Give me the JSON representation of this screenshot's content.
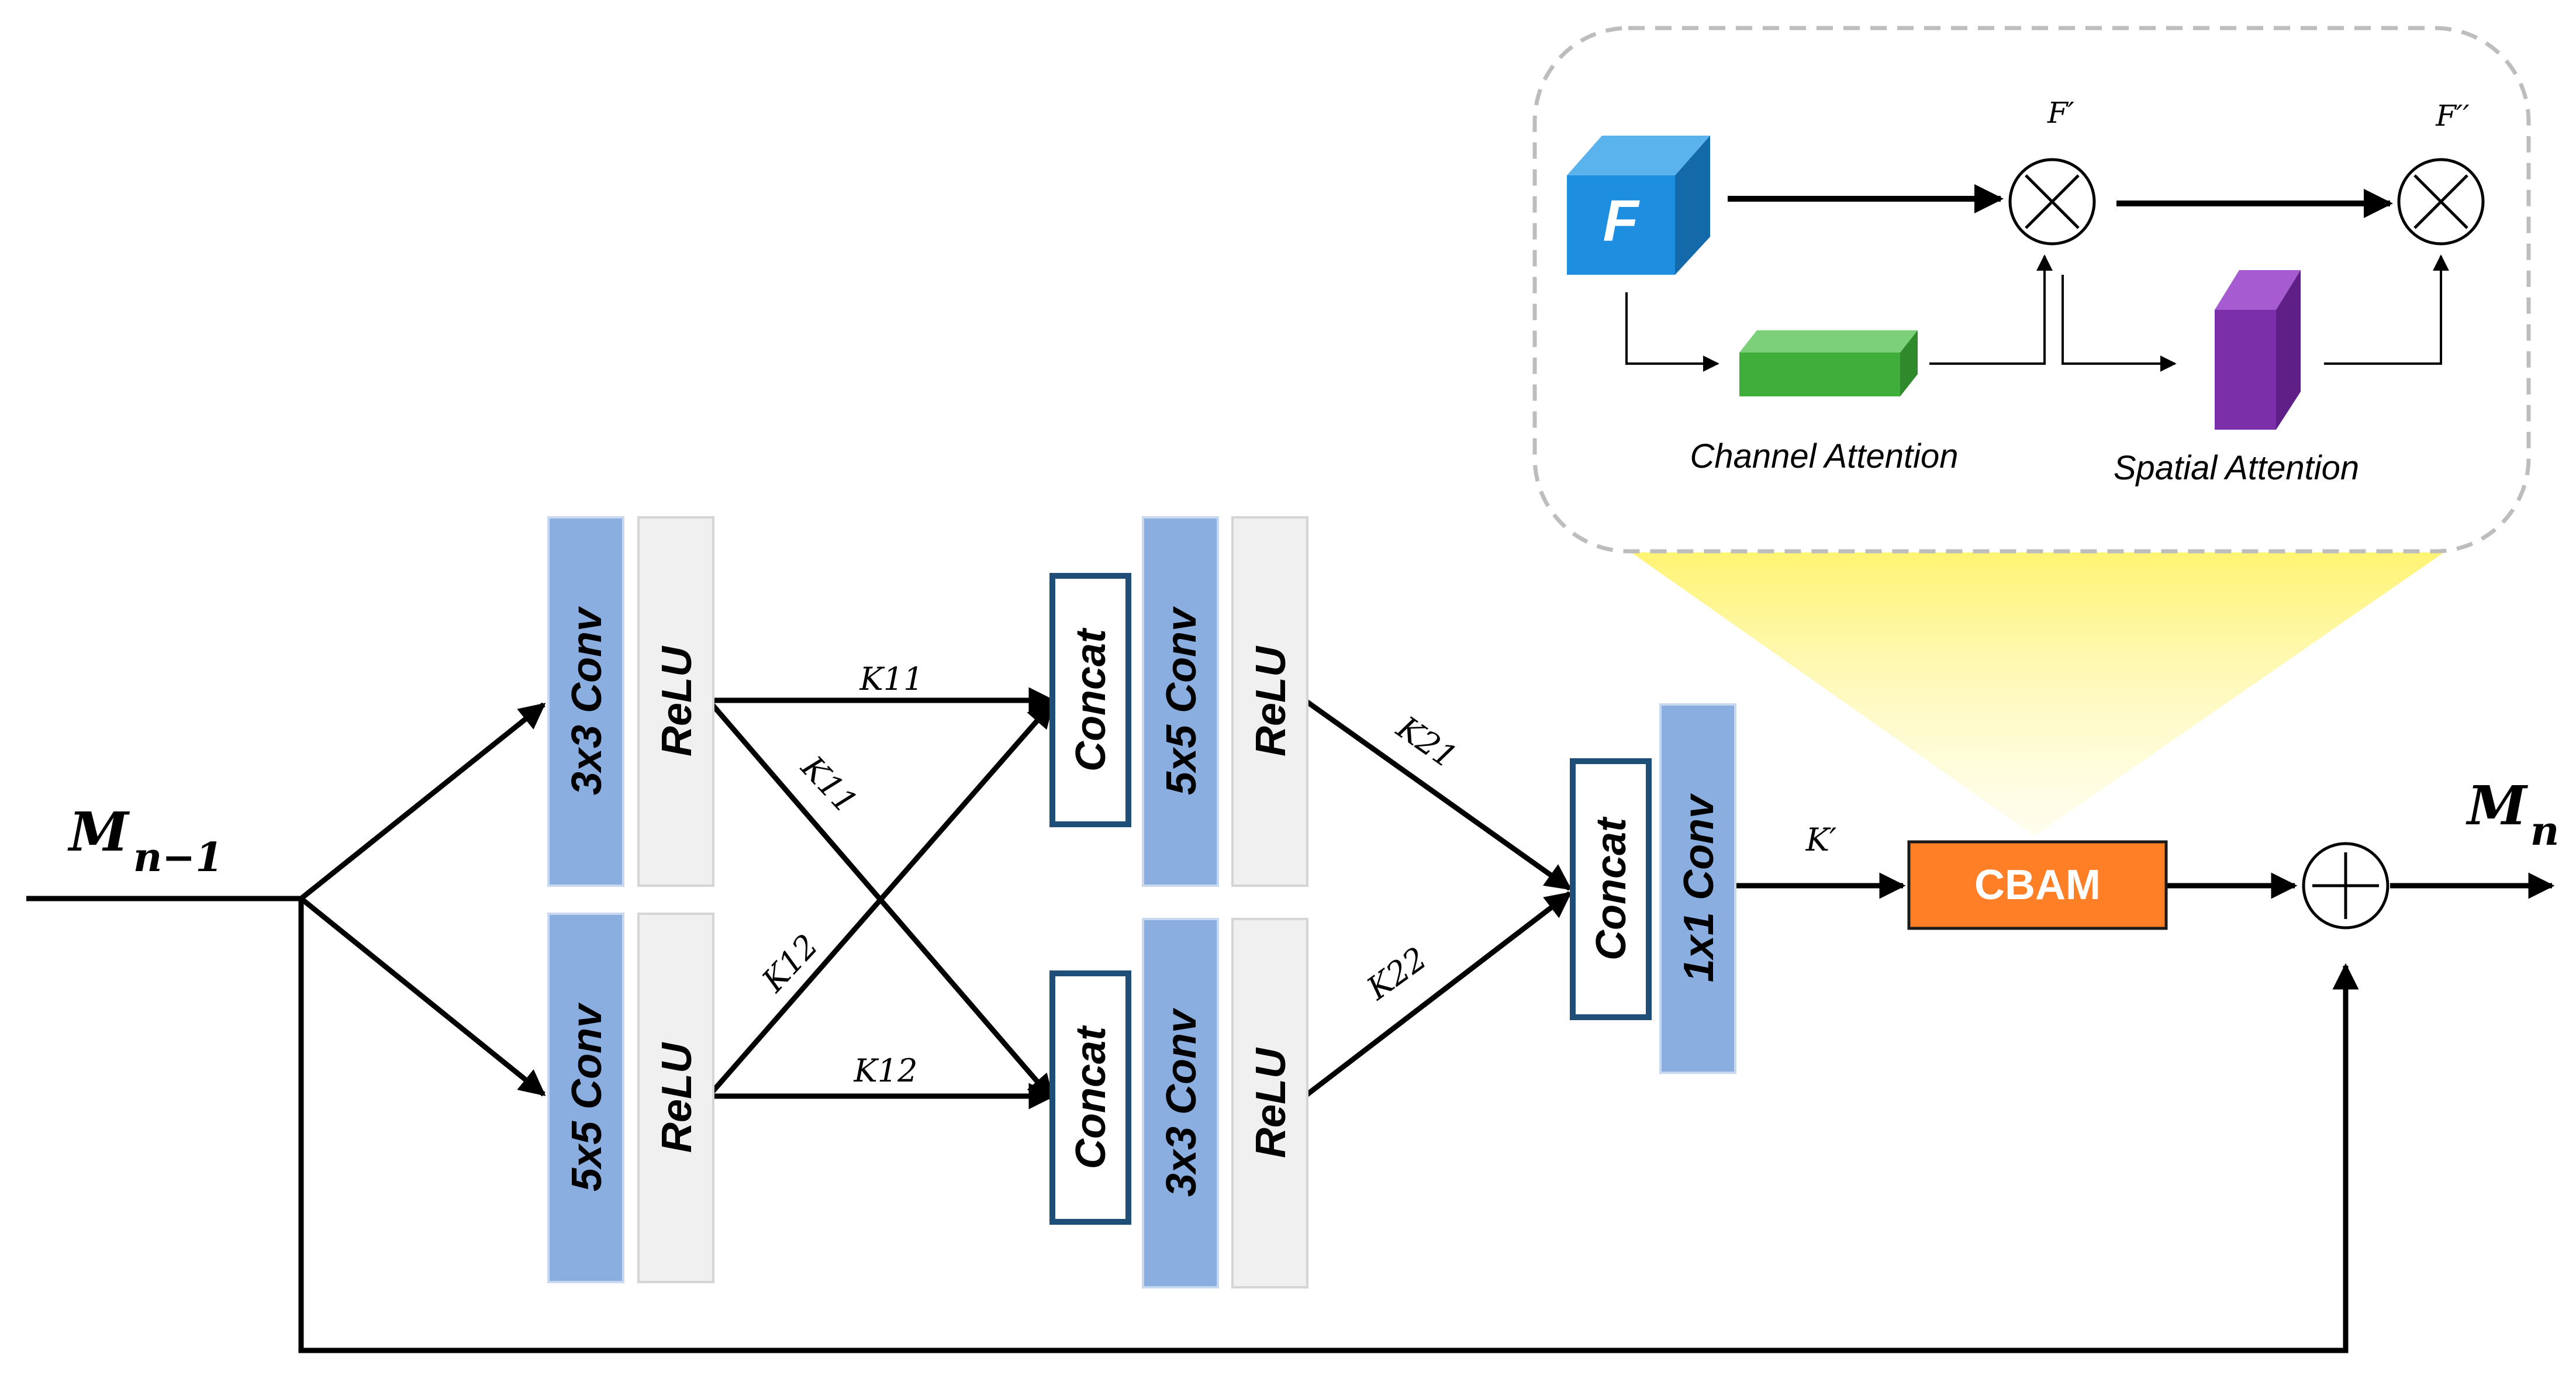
{
  "input_label": {
    "main": "M",
    "sub": "n−1"
  },
  "output_label": {
    "main": "M",
    "sub": "n"
  },
  "branch1": {
    "conv": "3x3 Conv",
    "act": "ReLU"
  },
  "branch2": {
    "conv": "5x5 Conv",
    "act": "ReLU"
  },
  "stage2_top": {
    "concat": "Concat",
    "conv": "5x5 Conv",
    "act": "ReLU"
  },
  "stage2_bottom": {
    "concat": "Concat",
    "conv": "3x3 Conv",
    "act": "ReLU"
  },
  "fusion": {
    "concat": "Concat",
    "conv": "1x1 Conv"
  },
  "edges": {
    "k11_straight": "K11",
    "k11_cross": "K11",
    "k12_cross": "K12",
    "k12_straight": "K12",
    "k21": "K21",
    "k22": "K22",
    "k_prime": "K′"
  },
  "cbam": {
    "label": "CBAM"
  },
  "cbam_detail": {
    "feature_label": "F",
    "f_prime": "F′",
    "f_double_prime": "F′′",
    "channel_attention": "Channel Attention",
    "spatial_attention": "Spatial Attention"
  },
  "colors": {
    "conv_blue": "#8BAEE0",
    "relu_gray": "#F0F0F0",
    "concat_border": "#1F4E79",
    "cbam_orange": "#FF7F27",
    "cube_blue": "#1E8FE0",
    "channel_green": "#3FAE3A",
    "spatial_purple": "#7B2FA8",
    "spotlight_yellow": "#FFF36B"
  }
}
